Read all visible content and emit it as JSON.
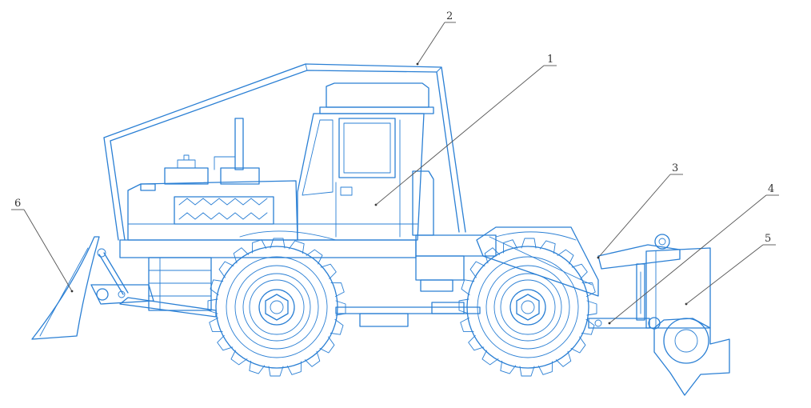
{
  "colors": {
    "line": "#2a7fd4",
    "leader": "#555555",
    "label": "#333333",
    "background": "#ffffff"
  },
  "callouts": [
    {
      "number": "1"
    },
    {
      "number": "2"
    },
    {
      "number": "3"
    },
    {
      "number": "4"
    },
    {
      "number": "5"
    },
    {
      "number": "6"
    }
  ]
}
